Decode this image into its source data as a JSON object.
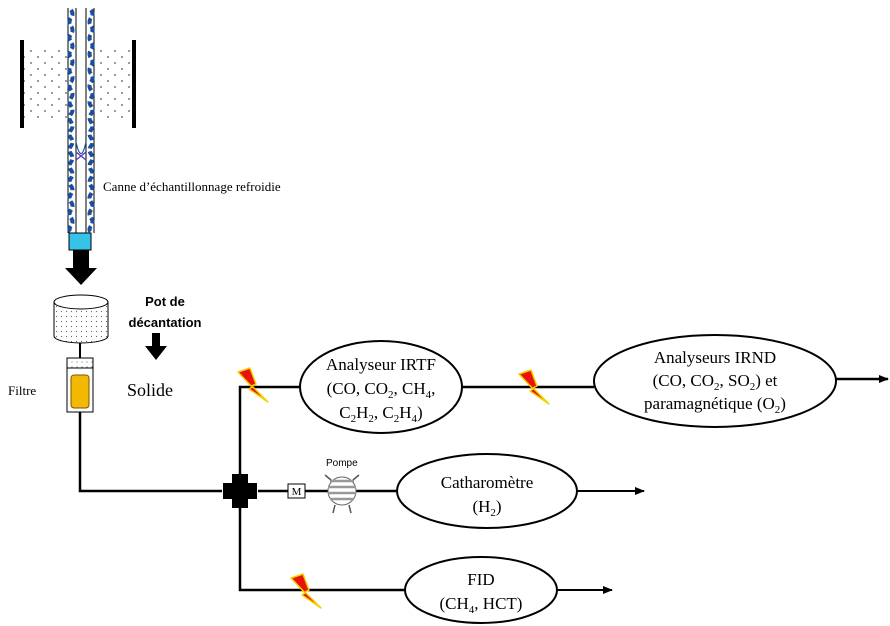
{
  "labels": {
    "canne": "Canne d’échantillonnage refroidie",
    "pot_line1": "Pot de",
    "pot_line2": "décantation",
    "solide": "Solide",
    "filtre": "Filtre",
    "pompe": "Pompe",
    "moteur": "M"
  },
  "analyzers": {
    "irtf": {
      "line1": "Analyseur IRTF",
      "line2": {
        "a": "(CO, CO",
        "s1": "2",
        "b": ", CH",
        "s2": "4",
        "c": ","
      },
      "line3": {
        "a": "C",
        "s1": "2",
        "b": "H",
        "s2": "2",
        "c": ", C",
        "s3": "2",
        "d": "H",
        "s4": "4",
        "e": ")"
      }
    },
    "irnd": {
      "line1": "Analyseurs IRND",
      "line2": {
        "a": "(CO, CO",
        "s1": "2",
        "b": ", SO",
        "s2": "2",
        "c": ") et"
      },
      "line3": {
        "a": "paramagnétique (O",
        "s1": "2",
        "b": ")"
      }
    },
    "catharometre": {
      "line1": "Catharomètre",
      "line2": {
        "a": "(H",
        "s1": "2",
        "b": ")"
      }
    },
    "fid": {
      "line1": "FID",
      "line2": {
        "a": "(CH",
        "s1": "4",
        "b": ", HCT)"
      }
    }
  },
  "colors": {
    "line": "#000000",
    "probe_blue": "#1a4fa0",
    "probe_cap": "#35c4e8",
    "filter_fill": "#f5b800",
    "heating_red": "#e8140c",
    "heating_yellow": "#f2d100"
  }
}
